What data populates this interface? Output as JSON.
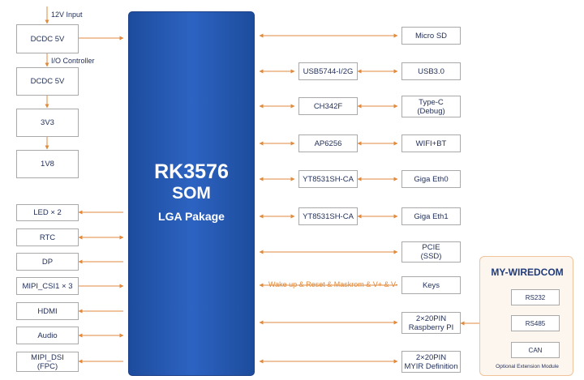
{
  "chip": {
    "line1": "RK3576",
    "line2": "SOM",
    "line3": "LGA Pakage"
  },
  "power": {
    "input_label": "12V Input",
    "io_label": "I/O Controller",
    "stages": [
      "DCDC 5V",
      "DCDC 5V",
      "3V3",
      "1V8"
    ]
  },
  "left_interfaces": [
    "LED × 2",
    "RTC",
    "DP",
    "MIPI_CSI1 × 3",
    "HDMI",
    "Audio",
    "MIPI_DSI\n(FPC)"
  ],
  "bridges": [
    "USB5744-I/2G",
    "CH342F",
    "AP6256",
    "YT8531SH-CA",
    "YT8531SH-CA"
  ],
  "right_interfaces": [
    "Micro SD",
    "USB3.0",
    "Type-C\n(Debug)",
    "WIFI+BT",
    "Giga Eth0",
    "Giga Eth1",
    "PCIE\n(SSD)",
    "Keys",
    "2×20PIN\nRaspberry PI",
    "2×20PIN\nMYIR Definition"
  ],
  "keys_signal": "Wake up & Reset & Maskrom & V+ & V-",
  "extension": {
    "title": "MY-WIREDCOM",
    "items": [
      "RS232",
      "RS485",
      "CAN"
    ],
    "caption": "Optional Extension Module"
  },
  "colors": {
    "chip": "#2356b0",
    "wire": "#e08a3c",
    "box_border": "#a9a9a9",
    "text": "#1f2d57"
  }
}
